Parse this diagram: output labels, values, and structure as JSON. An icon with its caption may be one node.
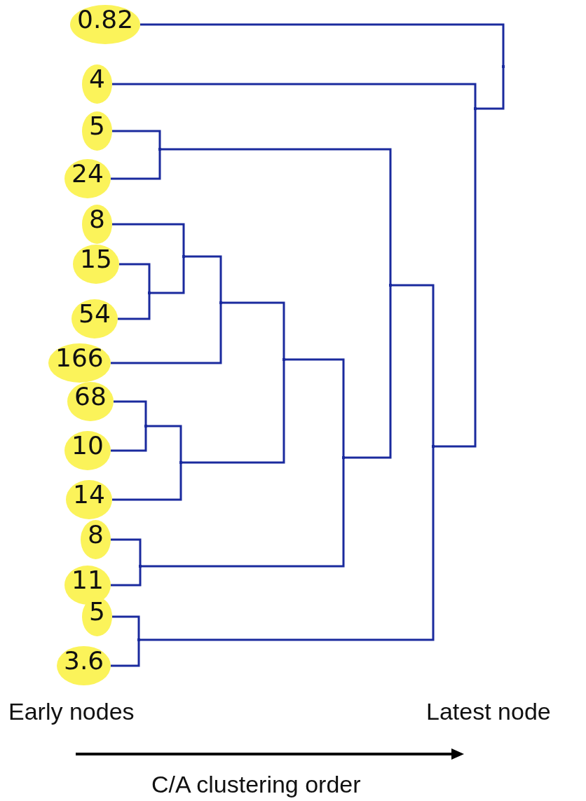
{
  "diagram": {
    "nodes": [
      {
        "text": [
          "0.82"
        ]
      },
      {
        "text": [
          "4"
        ]
      },
      {
        "text": [
          "5"
        ]
      },
      {
        "text": [
          "24"
        ]
      },
      {
        "text": [
          "8"
        ]
      },
      {
        "text": [
          "15"
        ]
      },
      {
        "text": [
          "54"
        ]
      },
      {
        "text": [
          "166"
        ]
      },
      {
        "text": [
          "68"
        ]
      },
      {
        "text": [
          "10"
        ]
      },
      {
        "text": [
          "14"
        ]
      },
      {
        "text": [
          "8"
        ]
      },
      {
        "text": [
          "11"
        ]
      },
      {
        "text": [
          "5"
        ]
      },
      {
        "text": [
          "3.6"
        ]
      },
      {
        "text": [],
        "shape": "junction"
      },
      {
        "text": [],
        "shape": "junction"
      },
      {
        "text": [],
        "shape": "junction"
      },
      {
        "text": [],
        "shape": "junction"
      },
      {
        "text": [],
        "shape": "junction"
      },
      {
        "text": [],
        "shape": "junction"
      },
      {
        "text": [],
        "shape": "junction"
      },
      {
        "text": [],
        "shape": "junction"
      },
      {
        "text": [],
        "shape": "junction"
      },
      {
        "text": [],
        "shape": "junction"
      },
      {
        "text": [],
        "shape": "junction"
      },
      {
        "text": [],
        "shape": "junction"
      },
      {
        "text": [],
        "shape": "junction"
      },
      {
        "text": [],
        "shape": "junction"
      }
    ],
    "edges": [
      {
        "from": 2,
        "to": 15,
        "arrow": "none"
      },
      {
        "from": 3,
        "to": 15,
        "arrow": "none"
      },
      {
        "from": 5,
        "to": 16,
        "arrow": "none"
      },
      {
        "from": 6,
        "to": 16,
        "arrow": "none"
      },
      {
        "from": 4,
        "to": 17,
        "arrow": "none"
      },
      {
        "from": 16,
        "to": 17,
        "arrow": "none"
      },
      {
        "from": 17,
        "to": 18,
        "arrow": "none"
      },
      {
        "from": 7,
        "to": 18,
        "arrow": "none"
      },
      {
        "from": 8,
        "to": 19,
        "arrow": "none"
      },
      {
        "from": 9,
        "to": 19,
        "arrow": "none"
      },
      {
        "from": 19,
        "to": 20,
        "arrow": "none"
      },
      {
        "from": 10,
        "to": 20,
        "arrow": "none"
      },
      {
        "from": 18,
        "to": 21,
        "arrow": "none"
      },
      {
        "from": 20,
        "to": 21,
        "arrow": "none"
      },
      {
        "from": 11,
        "to": 22,
        "arrow": "none"
      },
      {
        "from": 12,
        "to": 22,
        "arrow": "none"
      },
      {
        "from": 21,
        "to": 23,
        "arrow": "none"
      },
      {
        "from": 22,
        "to": 23,
        "arrow": "none"
      },
      {
        "from": 15,
        "to": 24,
        "arrow": "none"
      },
      {
        "from": 23,
        "to": 24,
        "arrow": "none"
      },
      {
        "from": 13,
        "to": 25,
        "arrow": "none"
      },
      {
        "from": 14,
        "to": 25,
        "arrow": "none"
      },
      {
        "from": 24,
        "to": 26,
        "arrow": "none"
      },
      {
        "from": 25,
        "to": 26,
        "arrow": "none"
      },
      {
        "from": 1,
        "to": 27,
        "arrow": "none"
      },
      {
        "from": 26,
        "to": 27,
        "arrow": "none"
      },
      {
        "from": 0,
        "to": 28,
        "arrow": "none"
      },
      {
        "from": 27,
        "to": 28,
        "arrow": "none"
      }
    ],
    "labels": [
      "Early nodes",
      "Latest node",
      "C/A clustering order"
    ]
  }
}
